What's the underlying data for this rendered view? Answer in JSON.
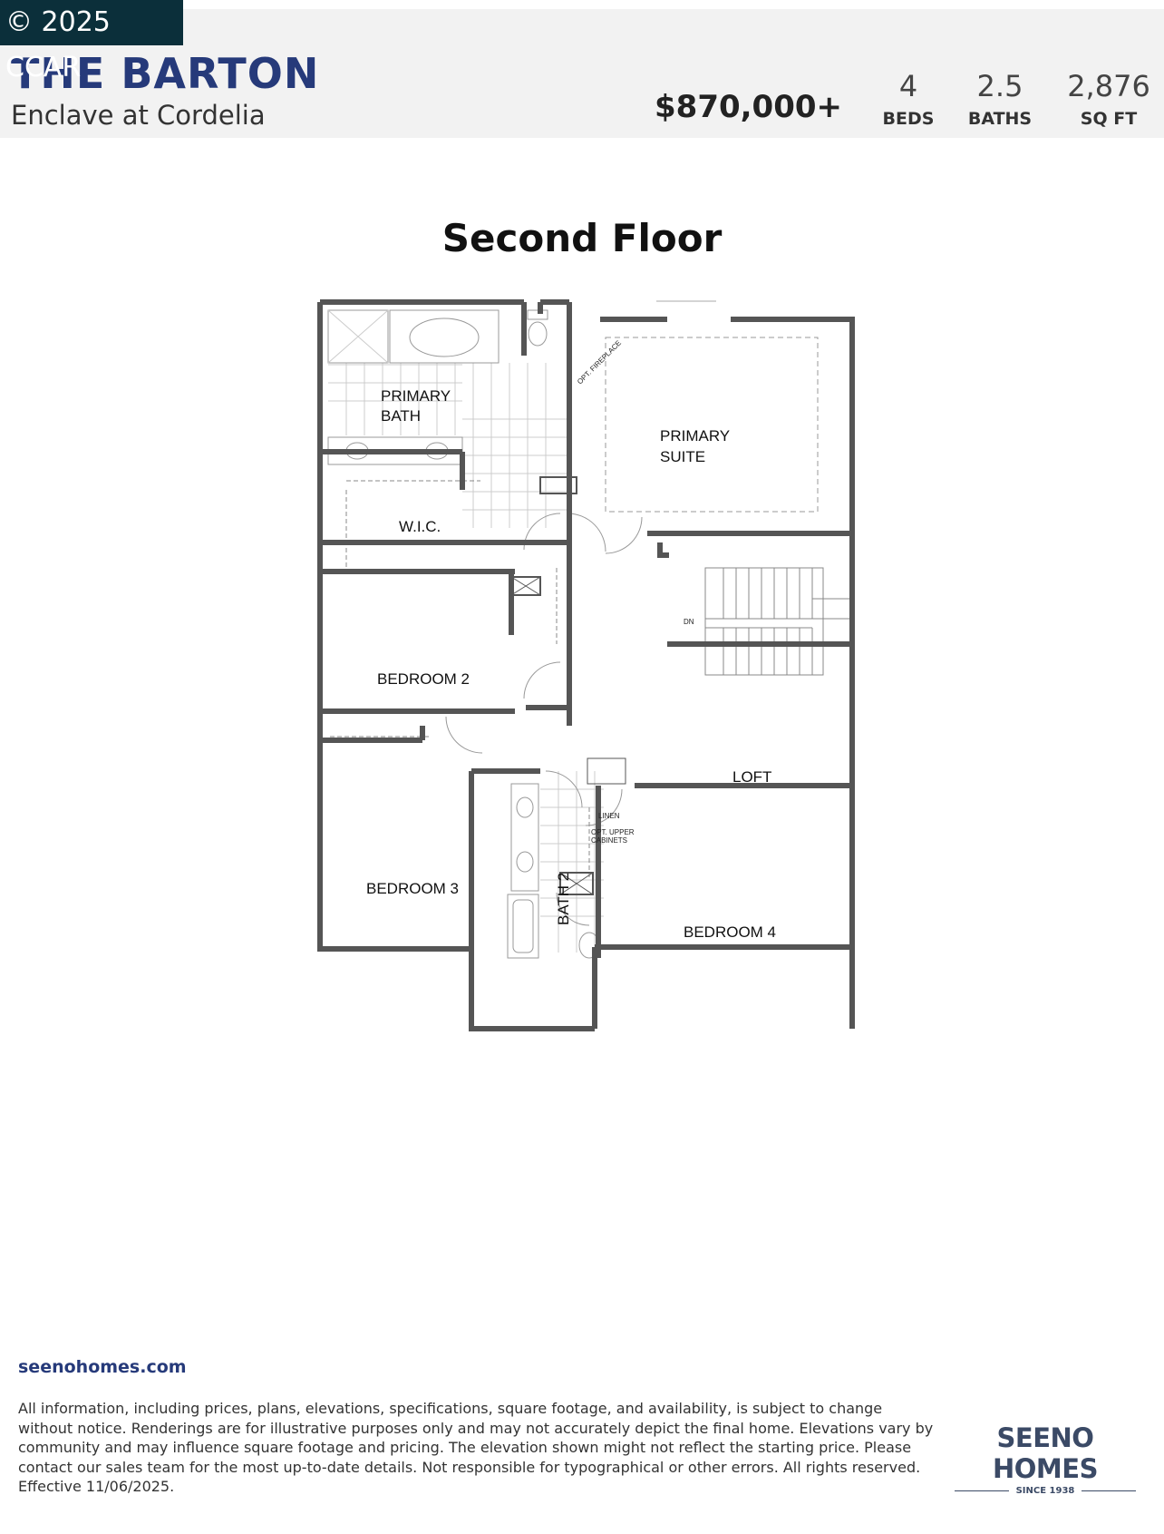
{
  "badge": "© 2025 CCAR",
  "header": {
    "title": "THE BARTON",
    "community": "Enclave at Cordelia",
    "price": "$870,000+",
    "stats": [
      {
        "value": "4",
        "label": "BEDS"
      },
      {
        "value": "2.5",
        "label": "BATHS"
      },
      {
        "value": "2,876",
        "label": "SQ FT"
      }
    ]
  },
  "floor_title": "Second Floor",
  "plan": {
    "rooms": {
      "primary_bath": [
        "PRIMARY",
        "BATH"
      ],
      "primary_suite": [
        "PRIMARY",
        "SUITE"
      ],
      "wic": "W.I.C.",
      "bedroom2": "BEDROOM 2",
      "bedroom3": "BEDROOM 3",
      "bedroom4": "BEDROOM 4",
      "loft": "LOFT",
      "bath2": "BATH 2"
    },
    "notes": {
      "fireplace": "OPT. FIREPLACE",
      "dn": "DN",
      "linen": "LINEN",
      "upper_cabinets": [
        "OPT. UPPER",
        "CABINETS"
      ]
    }
  },
  "footer": {
    "website": "seenohomes.com",
    "disclaimer": "All information, including prices, plans, elevations, specifications, square footage, and availability, is subject to change without notice. Renderings are for illustrative purposes only and may not accurately depict the final home. Elevations vary by community and may influence square footage and pricing. The elevation shown might not reflect the starting price. Please contact our sales team for the most up-to-date details. Not responsible for typographical or other errors. All rights reserved. Effective 11/06/2025.",
    "logo_brand": "SEENO HOMES",
    "logo_since": "SINCE 1938"
  },
  "colors": {
    "brand_navy": "#263a7a",
    "badge_bg": "#0b2f3a",
    "header_bg": "#f2f2f2",
    "wall": "#555555"
  }
}
